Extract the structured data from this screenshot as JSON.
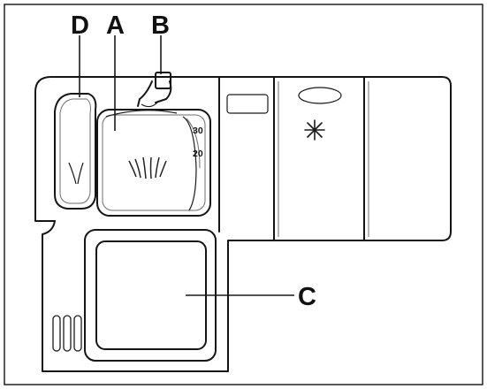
{
  "labels": {
    "d": "D",
    "a": "A",
    "b": "B",
    "c": "C"
  },
  "scale": {
    "upper": "30",
    "lower": "20"
  }
}
